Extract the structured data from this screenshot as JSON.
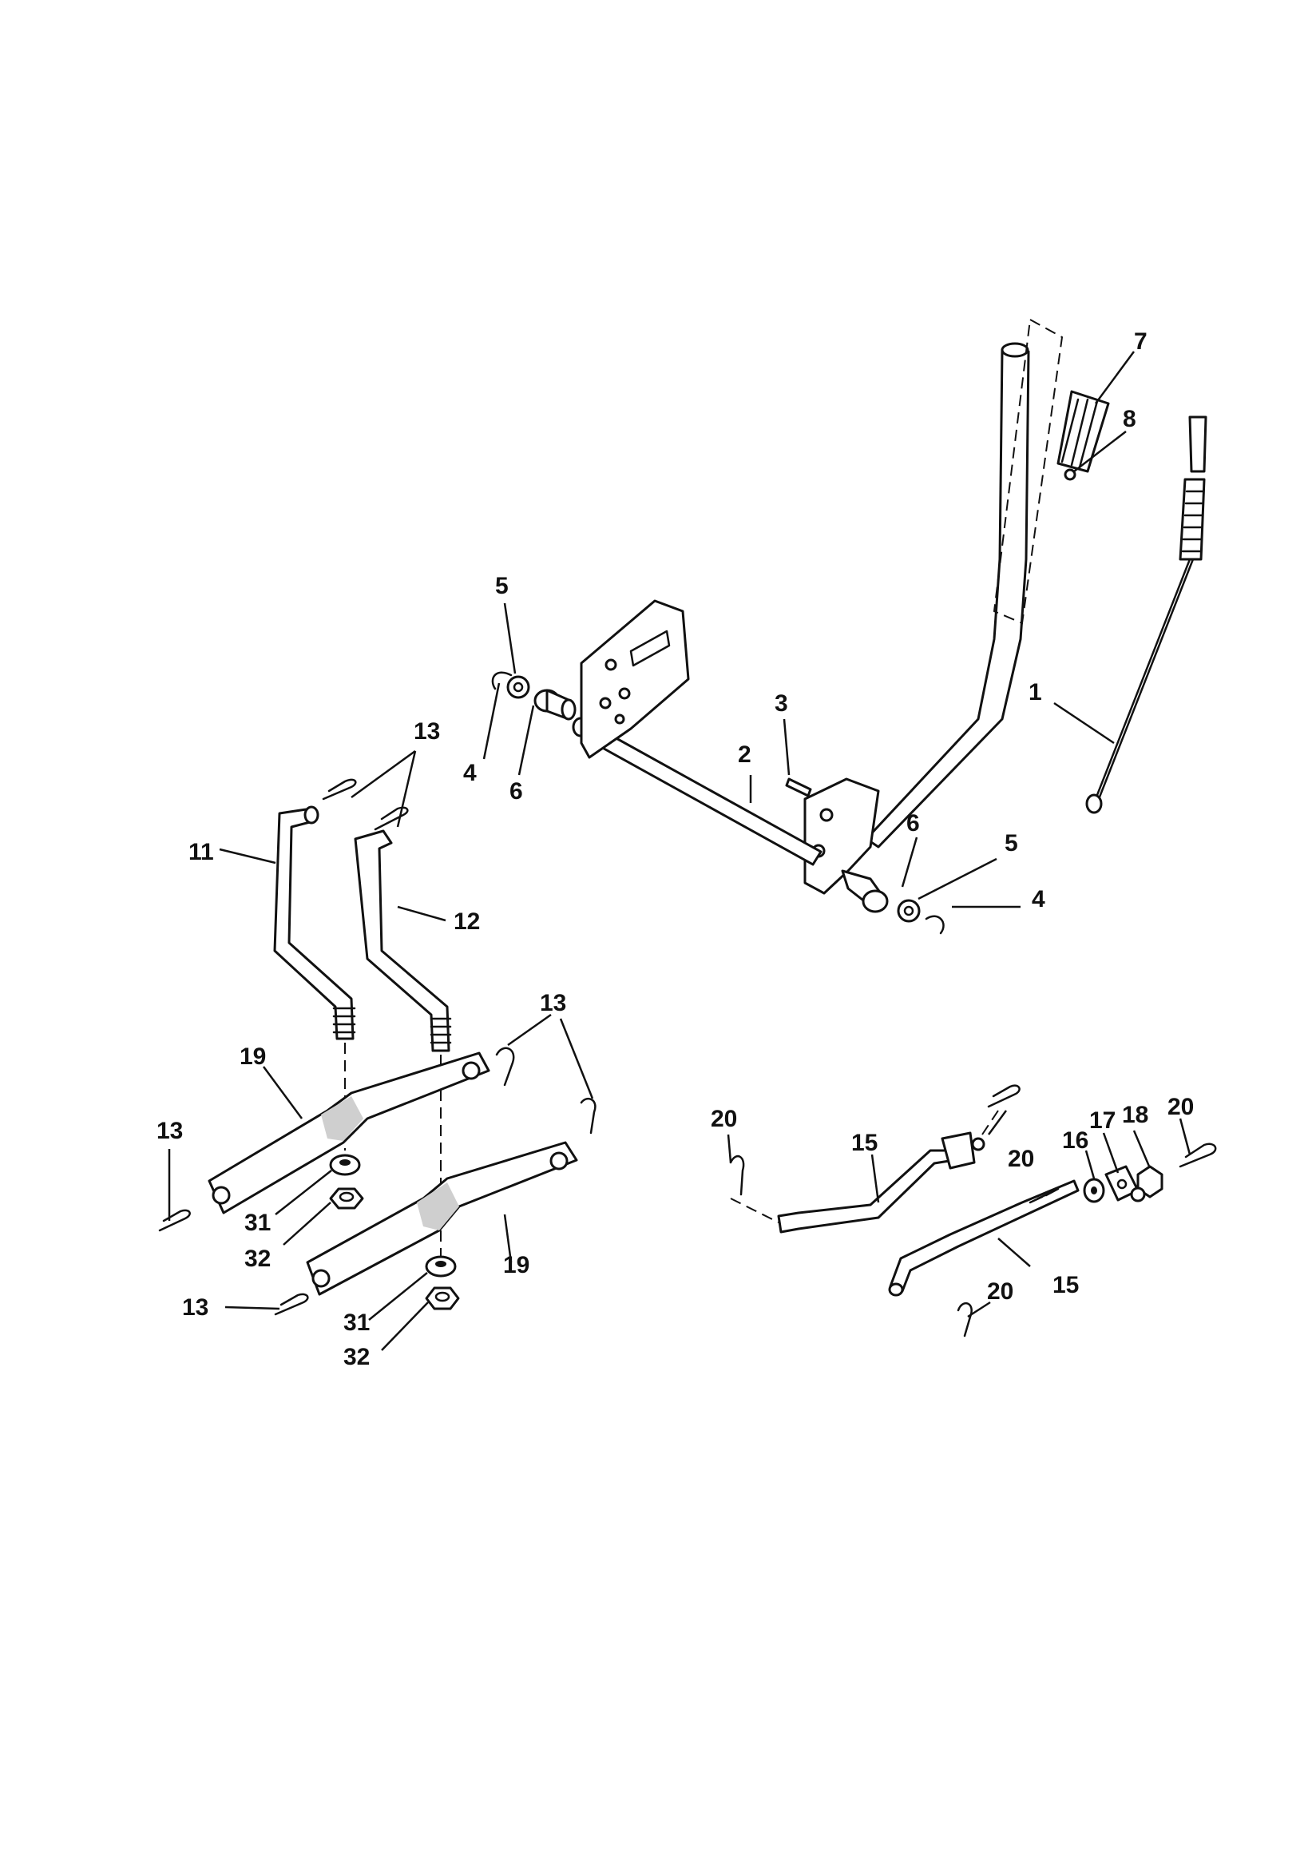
{
  "callouts": [
    {
      "id": "c1",
      "text": "1"
    },
    {
      "id": "c2",
      "text": "2"
    },
    {
      "id": "c3",
      "text": "3"
    },
    {
      "id": "c4a",
      "text": "4"
    },
    {
      "id": "c4b",
      "text": "4"
    },
    {
      "id": "c5a",
      "text": "5"
    },
    {
      "id": "c5b",
      "text": "5"
    },
    {
      "id": "c6a",
      "text": "6"
    },
    {
      "id": "c6b",
      "text": "6"
    },
    {
      "id": "c7",
      "text": "7"
    },
    {
      "id": "c8",
      "text": "8"
    },
    {
      "id": "c11",
      "text": "11"
    },
    {
      "id": "c12",
      "text": "12"
    },
    {
      "id": "c13a",
      "text": "13"
    },
    {
      "id": "c13b",
      "text": "13"
    },
    {
      "id": "c13c",
      "text": "13"
    },
    {
      "id": "c13d",
      "text": "13"
    },
    {
      "id": "c15a",
      "text": "15"
    },
    {
      "id": "c15b",
      "text": "15"
    },
    {
      "id": "c16",
      "text": "16"
    },
    {
      "id": "c17",
      "text": "17"
    },
    {
      "id": "c18",
      "text": "18"
    },
    {
      "id": "c19a",
      "text": "19"
    },
    {
      "id": "c19b",
      "text": "19"
    },
    {
      "id": "c20a",
      "text": "20"
    },
    {
      "id": "c20b",
      "text": "20"
    },
    {
      "id": "c20c",
      "text": "20"
    },
    {
      "id": "c20d",
      "text": "20"
    },
    {
      "id": "c31a",
      "text": "31"
    },
    {
      "id": "c31b",
      "text": "31"
    },
    {
      "id": "c32a",
      "text": "32"
    },
    {
      "id": "c32b",
      "text": "32"
    }
  ]
}
